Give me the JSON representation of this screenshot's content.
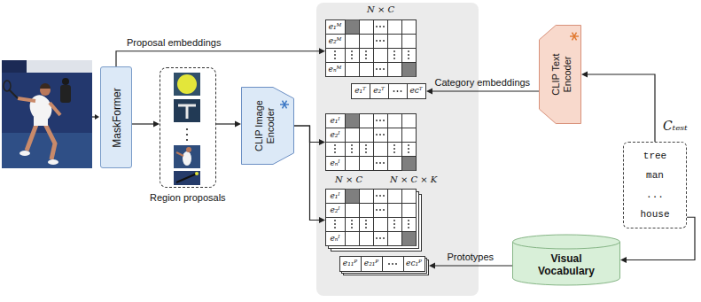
{
  "diagram": {
    "nodes": [
      {
        "text": [
          "MaskFormer"
        ]
      },
      {
        "text": [
          "Region proposals"
        ]
      },
      {
        "text": [
          "CLIP Image Encoder"
        ]
      },
      {
        "text": [
          "e₁ᴹ",
          "e₂ᴹ",
          "eₙᴹ"
        ]
      },
      {
        "text": [
          "e₁ᵀ",
          "e₂ᵀ",
          "eᴄᵀ"
        ]
      },
      {
        "text": [
          "e₁ᴵ",
          "e₂ᴵ",
          "eₙᴵ"
        ]
      },
      {
        "text": [
          "e₁ᴵ",
          "e₂ᴵ",
          "eₙᴵ"
        ]
      },
      {
        "text": [
          "e₁₁ᴾ",
          "e₂₁ᴾ",
          "eᴄ₁ᴾ"
        ]
      },
      {
        "text": [
          "CLIP Text Encoder"
        ]
      },
      {
        "text": [
          "Cₜₑₛₜ",
          "tree",
          "man",
          "...",
          "house"
        ]
      },
      {
        "text": [
          "Visual Vocabulary"
        ]
      }
    ],
    "edges": [
      {
        "from": 0,
        "to": 3,
        "arrow": "to",
        "label": "Proposal embeddings"
      },
      {
        "from": 0,
        "to": 1,
        "arrow": "to"
      },
      {
        "from": 1,
        "to": 2,
        "arrow": "to"
      },
      {
        "from": 2,
        "to": 5,
        "arrow": "to"
      },
      {
        "from": 2,
        "to": 6,
        "arrow": "to"
      },
      {
        "from": 8,
        "to": 4,
        "arrow": "to",
        "label": "Category embeddings"
      },
      {
        "from": 9,
        "to": 8,
        "arrow": "to"
      },
      {
        "from": 9,
        "to": 10,
        "arrow": "to"
      },
      {
        "from": 10,
        "to": 7,
        "arrow": "to",
        "label": "Prototypes"
      }
    ],
    "labels": [
      "N × C",
      "N × C",
      "N × C × K"
    ]
  }
}
